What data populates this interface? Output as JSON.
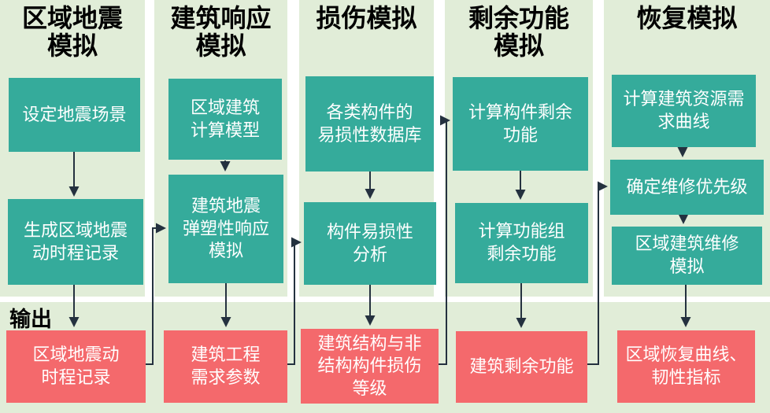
{
  "output_label": "输出",
  "colors": {
    "panel": "#E1EDD8",
    "step_box": "#35AB9B",
    "output_box": "#F4696C",
    "step_text": "#FFFFFF",
    "header_text": "#000000",
    "arrow": "#24313F"
  },
  "columns": [
    {
      "header": "区域地震\n模拟",
      "steps": [
        "设定地震场景",
        "生成区域地震\n动时程记录"
      ],
      "output": "区域地震动\n时程记录"
    },
    {
      "header": "建筑响应\n模拟",
      "steps": [
        "区域建筑\n计算模型",
        "建筑地震\n弹塑性响应\n模拟"
      ],
      "output": "建筑工程\n需求参数"
    },
    {
      "header": "损伤模拟",
      "steps": [
        "各类构件的\n易损性数据库",
        "构件易损性\n分析"
      ],
      "output": "建筑结构与非\n结构构件损伤\n等级"
    },
    {
      "header": "剩余功能\n模拟",
      "steps": [
        "计算构件剩余\n功能",
        "计算功能组\n剩余功能"
      ],
      "output": "建筑剩余功能"
    },
    {
      "header": "恢复模拟",
      "steps": [
        "计算建筑资源需\n求曲线",
        "确定维修优先级",
        "区域建筑维修\n模拟"
      ],
      "output": "区域恢复曲线、\n韧性指标"
    }
  ]
}
